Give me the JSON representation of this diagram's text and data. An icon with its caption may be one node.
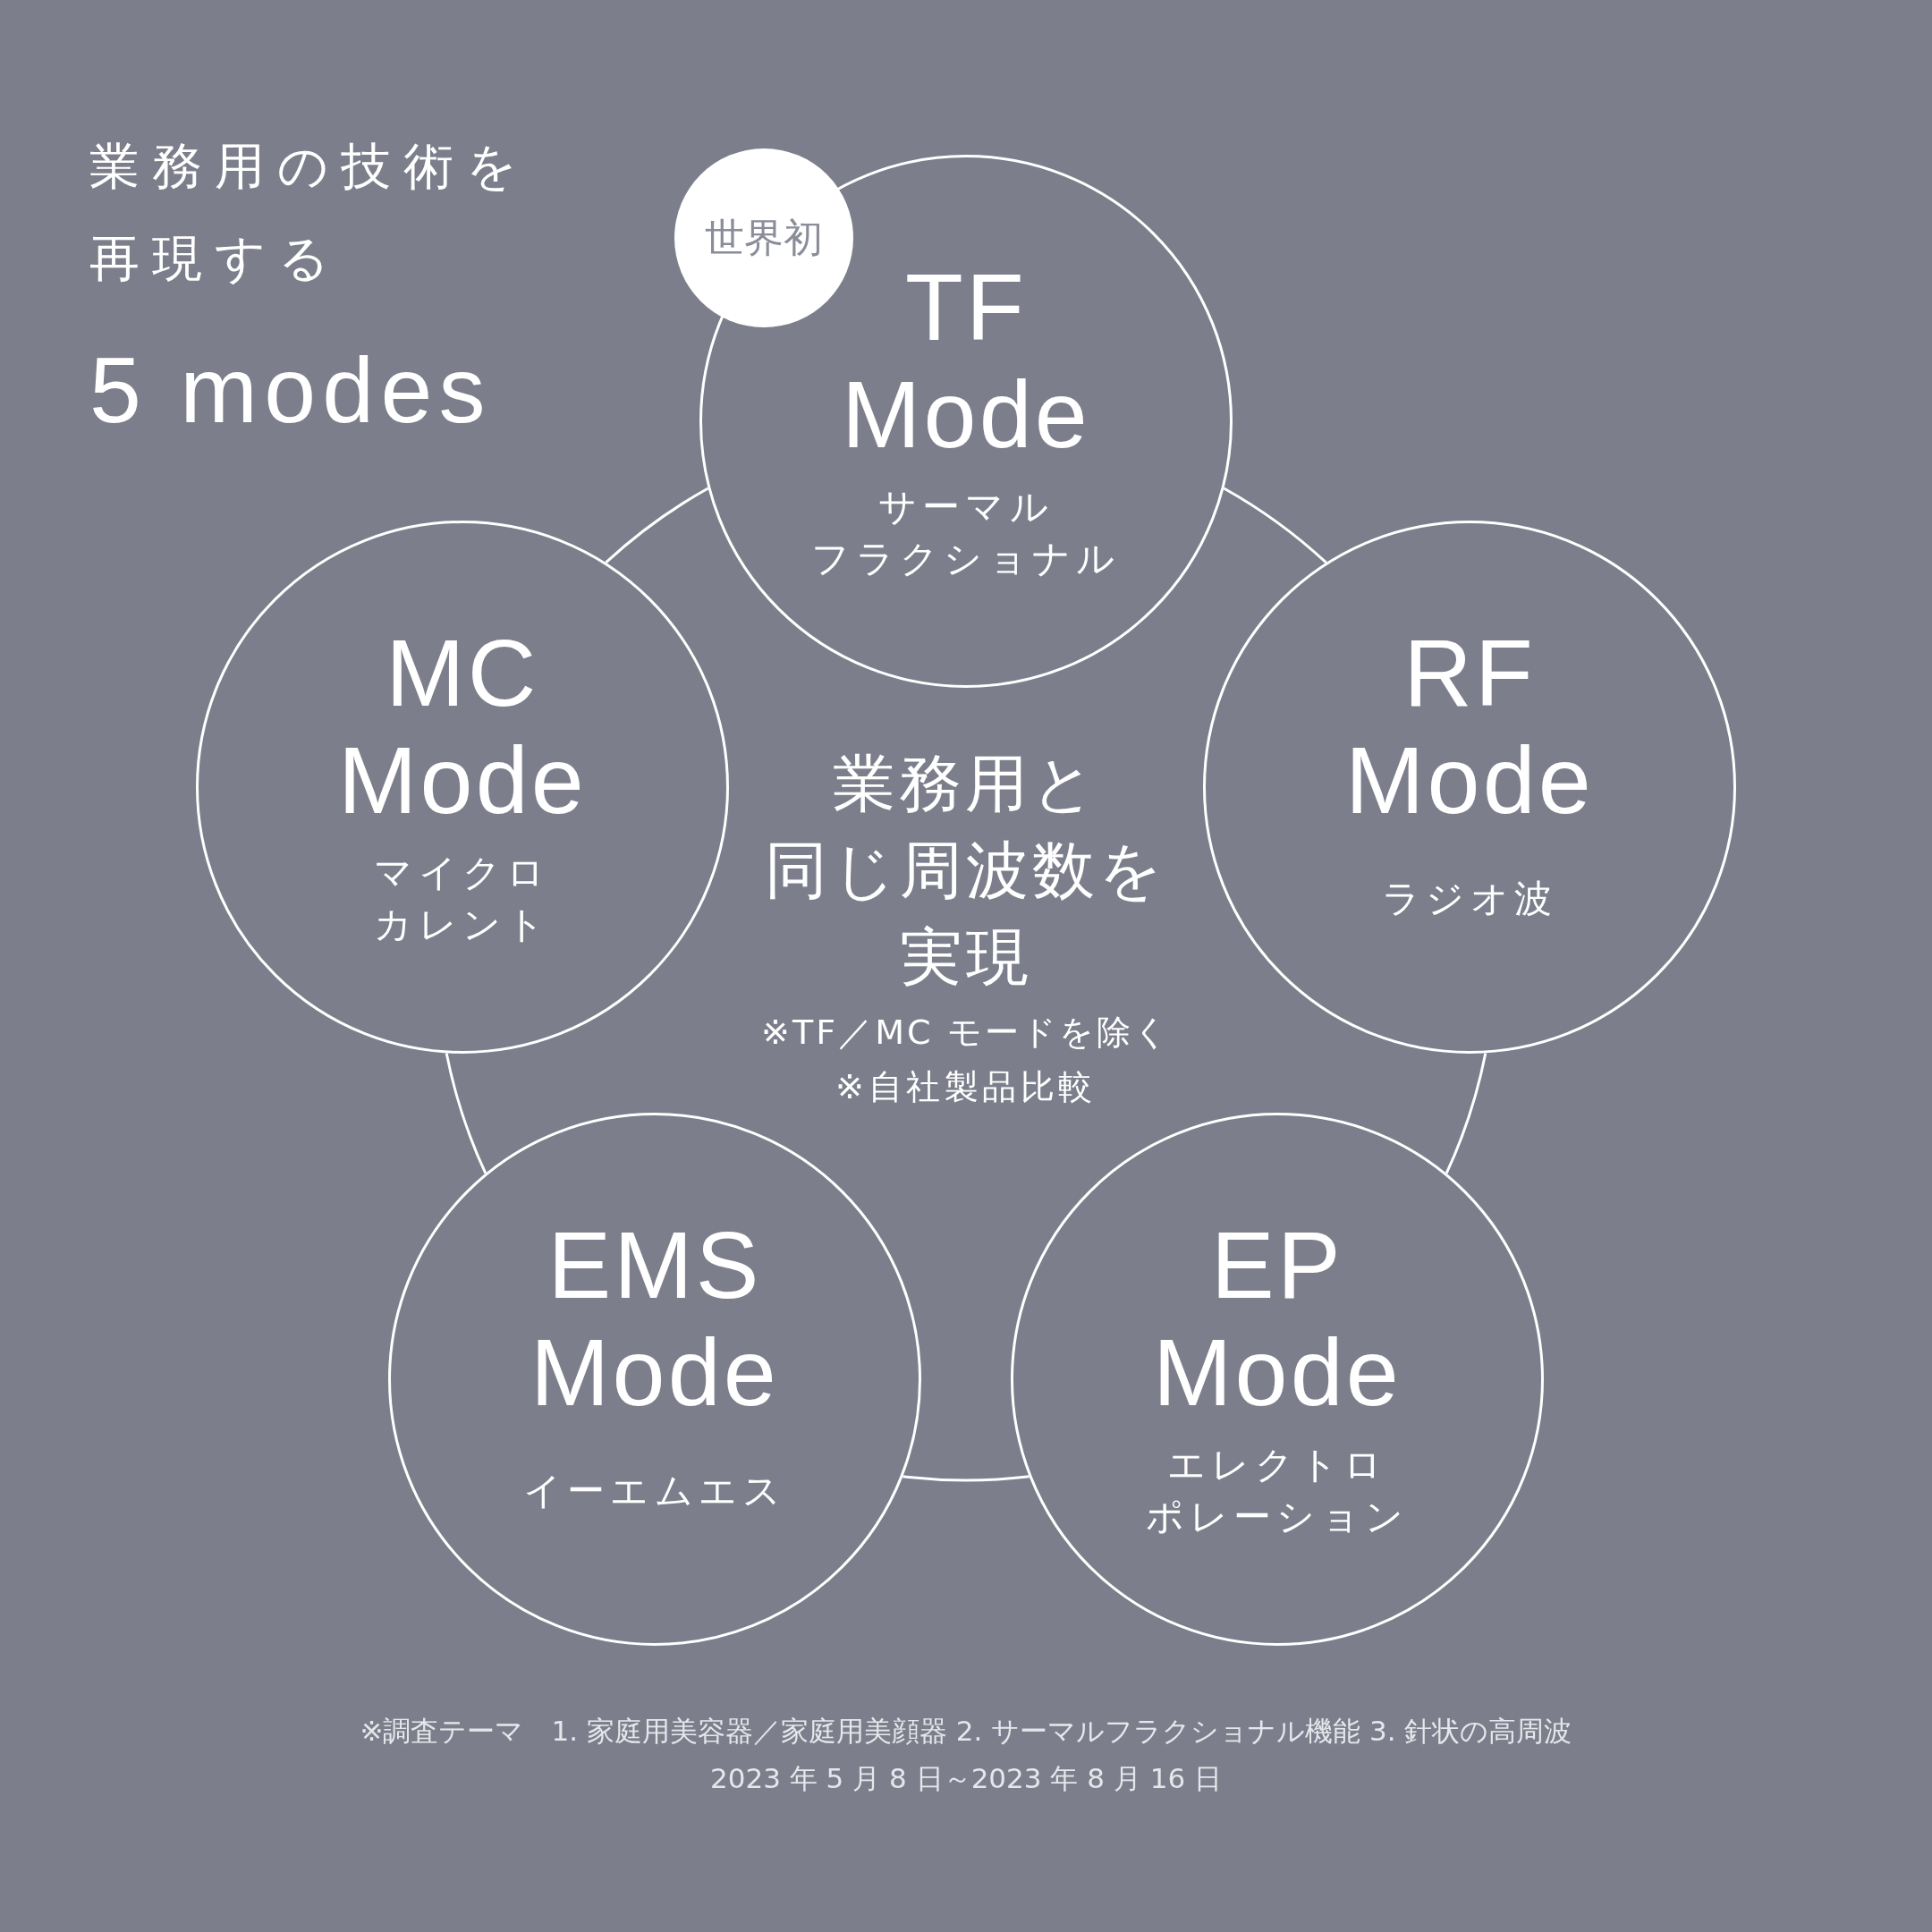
{
  "diagram": {
    "title": "業務用の技術を再現する",
    "nodes": [
      {
        "text": [
          "世界初"
        ]
      },
      {
        "text": [
          "TF Mode",
          "サーマルフラクショナル"
        ]
      },
      {
        "text": [
          "MC Mode",
          "マイクロカレント"
        ]
      },
      {
        "text": [
          "RF Mode",
          "ラジオ波"
        ]
      },
      {
        "text": [
          "EMS Mode",
          "イーエムエス"
        ]
      },
      {
        "text": [
          "EP Mode",
          "エレクトロポレーション"
        ]
      }
    ],
    "edges": [
      {
        "from": 1,
        "to": 3,
        "arrow": "none"
      },
      {
        "from": 3,
        "to": 5,
        "arrow": "none"
      },
      {
        "from": 5,
        "to": 4,
        "arrow": "none"
      },
      {
        "from": 4,
        "to": 2,
        "arrow": "none"
      },
      {
        "from": 2,
        "to": 1,
        "arrow": "none"
      }
    ],
    "labels": [
      "5 modes",
      "業務用と同じ周波数を実現",
      "※TF／MC モードを除く",
      "※自社製品比較",
      "※調査テーマ　1. 家庭用美容器／家庭用美顔器 2. サーマルフラクショナル機能 3. 針状の高周波",
      "2023 年 5 月 8 日～2023 年 8 月 16 日"
    ]
  }
}
